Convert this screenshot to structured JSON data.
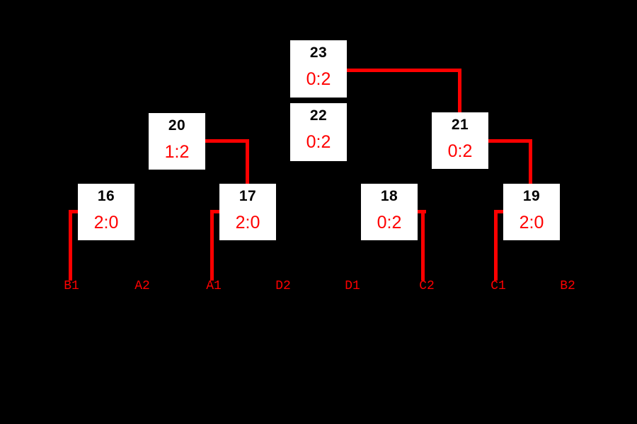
{
  "bracket": {
    "matches": [
      {
        "number": "16",
        "score": "2:0"
      },
      {
        "number": "17",
        "score": "2:0"
      },
      {
        "number": "18",
        "score": "0:2"
      },
      {
        "number": "19",
        "score": "2:0"
      },
      {
        "number": "20",
        "score": "1:2"
      },
      {
        "number": "21",
        "score": "0:2"
      },
      {
        "number": "22",
        "score": "0:2"
      },
      {
        "number": "23",
        "score": "0:2"
      }
    ],
    "seeds": [
      {
        "label": "B1"
      },
      {
        "label": "A2"
      },
      {
        "label": "A1"
      },
      {
        "label": "D2"
      },
      {
        "label": "D1"
      },
      {
        "label": "C2"
      },
      {
        "label": "C1"
      },
      {
        "label": "B2"
      }
    ],
    "colors": {
      "background": "#000000",
      "match_box_bg": "#ffffff",
      "match_number_text": "#000000",
      "score_text": "#ff0000",
      "connector_line": "#ff0000",
      "seed_label_text": "#ff0000"
    }
  }
}
